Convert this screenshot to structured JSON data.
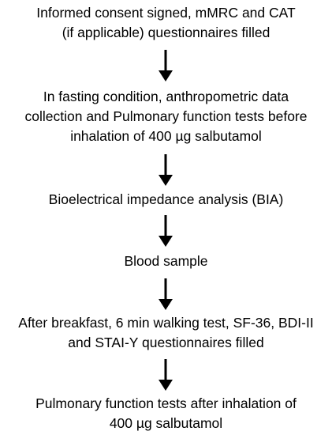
{
  "steps": [
    {
      "lines": [
        "Informed consent signed, mMRC and CAT",
        "(if applicable) questionnaires filled"
      ]
    },
    {
      "lines": [
        "In fasting condition, anthropometric data",
        "collection and Pulmonary function tests before",
        "inhalation of 400 µg salbutamol"
      ]
    },
    {
      "lines": [
        "Bioelectrical impedance analysis (BIA)"
      ]
    },
    {
      "lines": [
        "Blood sample"
      ]
    },
    {
      "lines": [
        "After breakfast, 6 min walking test, SF-36, BDI-II",
        "and STAI-Y questionnaires filled"
      ]
    },
    {
      "lines": [
        "Pulmonary function tests after inhalation of",
        "400 µg salbutamol"
      ]
    }
  ],
  "colors": {
    "text": "#000000",
    "arrow": "#000000",
    "background": "#ffffff"
  }
}
